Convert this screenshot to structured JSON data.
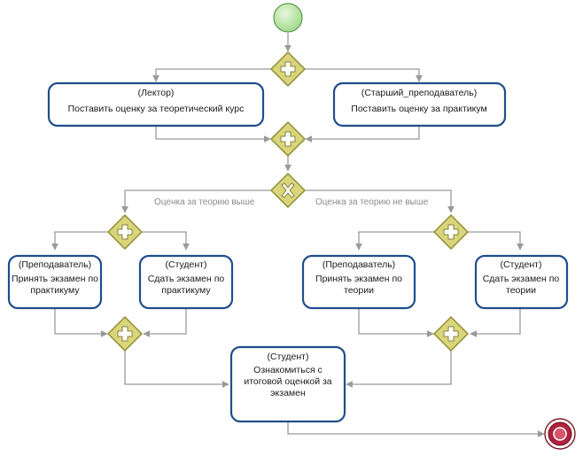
{
  "tasks": {
    "lector": {
      "role": "(Лектор)",
      "text": "Поставить оценку за теоретический курс"
    },
    "senior": {
      "role": "(Старший_преподаватель)",
      "text": "Поставить оценку за практикум"
    },
    "teacher_practice": {
      "role": "(Преподаватель)",
      "line1": "Принять экзамен по",
      "line2": "практикуму"
    },
    "student_practice": {
      "role": "(Студент)",
      "line1": "Сдать экзамен по",
      "line2": "практикуму"
    },
    "teacher_theory": {
      "role": "(Преподаватель)",
      "line1": "Принять экзамен по",
      "line2": "теории"
    },
    "student_theory": {
      "role": "(Студент)",
      "line1": "Сдать экзамен по",
      "line2": "теории"
    },
    "final": {
      "role": "(Студент)",
      "line1": "Ознакомиться с",
      "line2": "итоговой оценкой за",
      "line3": "экзамен"
    }
  },
  "conditions": {
    "higher": "Оценка за теорию выше",
    "not_higher": "Оценка за теорию не выше"
  },
  "colors": {
    "task_border": "#1f4e8c",
    "gateway_fill": "#d9d57a",
    "start_fill": "#b9e6a8",
    "end_fill": "#b0213b",
    "flow": "#9a9a9a"
  },
  "icons": {
    "start": "start-event-circle",
    "end": "end-event-circle",
    "parallel": "parallel-gateway-plus",
    "exclusive": "exclusive-gateway-x"
  }
}
